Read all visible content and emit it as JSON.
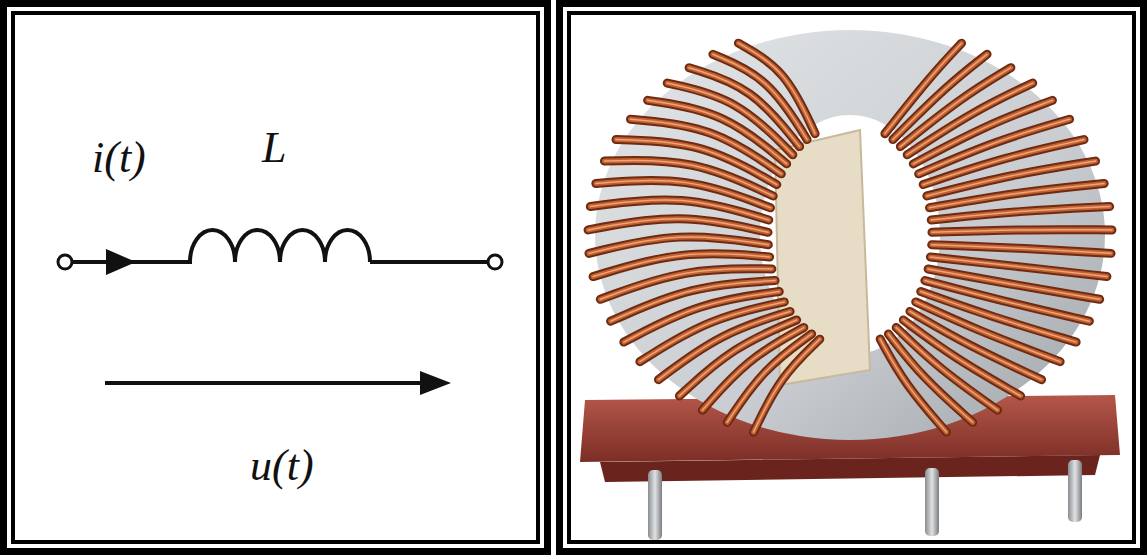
{
  "diagram": {
    "labels": [
      "i(t)",
      "L",
      "u(t)"
    ]
  }
}
